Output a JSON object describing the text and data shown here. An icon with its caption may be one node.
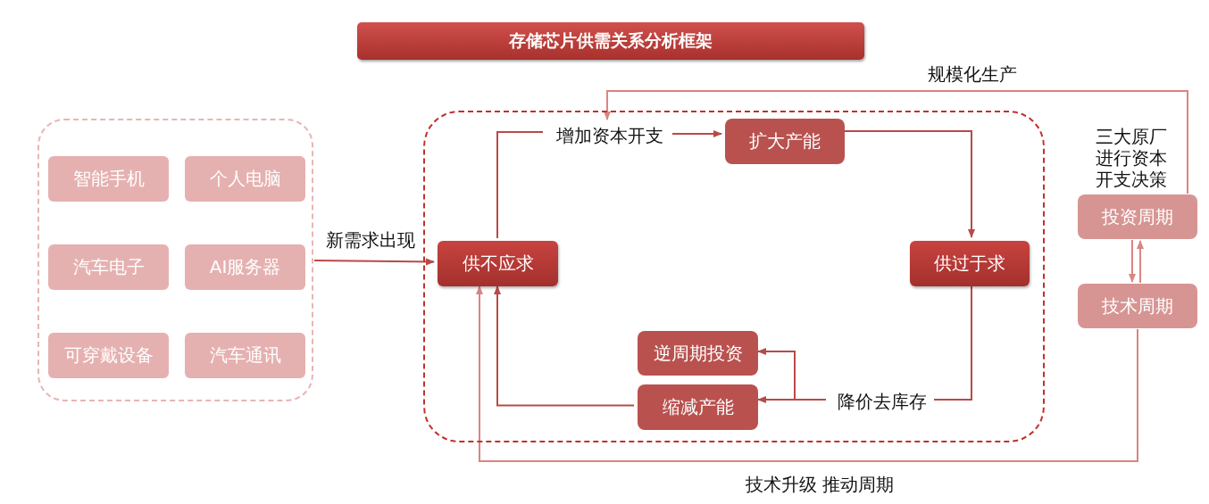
{
  "diagram": {
    "title": "存储芯片供需关系分析框架",
    "nodes": [
      {
        "text": [],
        "shape": "box"
      },
      {
        "text": [
          "智能手机"
        ],
        "in": 0
      },
      {
        "text": [
          "个人电脑"
        ],
        "in": 0
      },
      {
        "text": [
          "汽车电子"
        ],
        "in": 0
      },
      {
        "text": [
          "AI服务器"
        ],
        "in": 0
      },
      {
        "text": [
          "可穿戴设备"
        ],
        "in": 0
      },
      {
        "text": [
          "汽车通讯"
        ],
        "in": 0
      },
      {
        "text": [],
        "shape": "box"
      },
      {
        "text": [
          "供不应求"
        ],
        "in": 7
      },
      {
        "text": [
          "扩大产能"
        ],
        "in": 7
      },
      {
        "text": [
          "供过于求"
        ],
        "in": 7
      },
      {
        "text": [
          "逆周期投资"
        ],
        "in": 7
      },
      {
        "text": [
          "缩减产能"
        ],
        "in": 7
      },
      {
        "text": [
          "增加资本开支"
        ],
        "in": 7
      },
      {
        "text": [
          "降价去库存"
        ],
        "in": 7
      },
      {
        "text": [
          "投资周期"
        ],
        "beside": [
          "三大原厂进行资本开支决策"
        ]
      },
      {
        "text": [
          "技术周期"
        ]
      }
    ],
    "edges": [
      {
        "from": 0,
        "to": 8,
        "arrow": "to",
        "label": "新需求出现"
      },
      {
        "from": 8,
        "to": 13,
        "arrow": "none"
      },
      {
        "from": 13,
        "to": 9,
        "arrow": "to"
      },
      {
        "from": 9,
        "to": 10,
        "arrow": "to"
      },
      {
        "from": 10,
        "to": 14,
        "arrow": "none"
      },
      {
        "from": 14,
        "to": 11,
        "arrow": "to"
      },
      {
        "from": 14,
        "to": 12,
        "arrow": "to"
      },
      {
        "from": 12,
        "to": 8,
        "arrow": "to"
      },
      {
        "from": 15,
        "to": 13,
        "arrow": "to",
        "label": "规模化生产",
        "color": "#d98582"
      },
      {
        "from": 16,
        "to": 8,
        "arrow": "to",
        "label": "技术升级 推动周期",
        "color": "#d98582"
      },
      {
        "from": 15,
        "to": 16,
        "arrow": "to",
        "color": "#d98582"
      },
      {
        "from": 16,
        "to": 15,
        "arrow": "to",
        "color": "#d98582"
      }
    ]
  }
}
